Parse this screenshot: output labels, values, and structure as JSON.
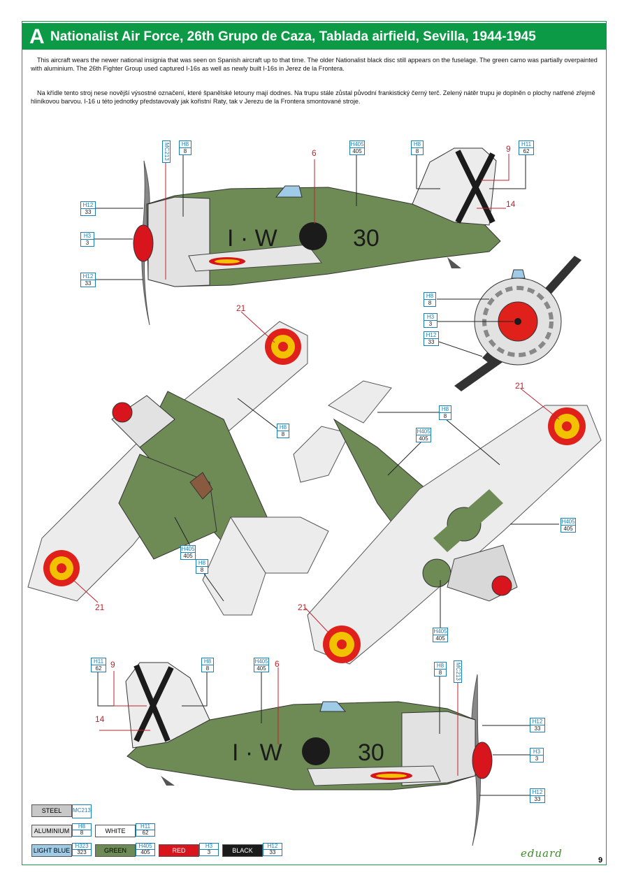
{
  "header": {
    "letter": "A",
    "title": "Nationalist Air Force, 26th Grupo de Caza, Tablada airfield, Sevilla, 1944-1945"
  },
  "text": {
    "english": "This aircraft wears the newer national insignia that was seen on Spanish aircraft up to that time. The older Nationalist black disc still appears on the fuselage. The green camo was partially overpainted with aluminium. The 26th Fighter Group used captured I-16s as well as newly built I-16s in Jerez de la Frontera.",
    "czech": "Na křídle tento stroj nese novější výsostné označení, které španělské letouny mají dodnes. Na trupu stále zůstal původní frankistický černý terč. Zelený nátěr trupu je doplněn o plochy natřené zřejmě hliníkovou barvou. I-16 u této jednotky představovaly jak kořistní Raty, tak v Jerezu de la Frontera smontované stroje."
  },
  "marking": {
    "code": "I-W-30",
    "code_left": "I · W",
    "code_right": "30"
  },
  "callouts": [
    {
      "code": "H8",
      "num": "8"
    },
    {
      "code": "H405",
      "num": "405"
    },
    {
      "code": "H11",
      "num": "62"
    },
    {
      "code": "H12",
      "num": "33"
    },
    {
      "code": "H3",
      "num": "3"
    },
    {
      "code": "MC213",
      "num": ""
    }
  ],
  "red_numbers": [
    "6",
    "9",
    "14",
    "21"
  ],
  "legend": [
    {
      "name": "STEEL",
      "code": "MC213",
      "num": "",
      "color": "#c8c8c8"
    },
    {
      "name": "ALUMINIUM",
      "code": "H8",
      "num": "8",
      "color": "#e4e4e4"
    },
    {
      "name": "WHITE",
      "code": "H11",
      "num": "62",
      "color": "#ffffff"
    },
    {
      "name": "LIGHT BLUE",
      "code": "H323",
      "num": "323",
      "color": "#9fcbe6"
    },
    {
      "name": "GREEN",
      "code": "H405",
      "num": "405",
      "color": "#6e8a55"
    },
    {
      "name": "RED",
      "code": "H3",
      "num": "3",
      "color": "#d8141c"
    },
    {
      "name": "BLACK",
      "code": "H12",
      "num": "33",
      "color": "#1b1b1b"
    }
  ],
  "footer": {
    "logo": "eduard",
    "page": "9"
  },
  "colors": {
    "green": "#6e8a55",
    "aluminium": "#e6e6e6",
    "red": "#e0201a",
    "yellow": "#f2c200",
    "accent": "#0c9a46"
  }
}
